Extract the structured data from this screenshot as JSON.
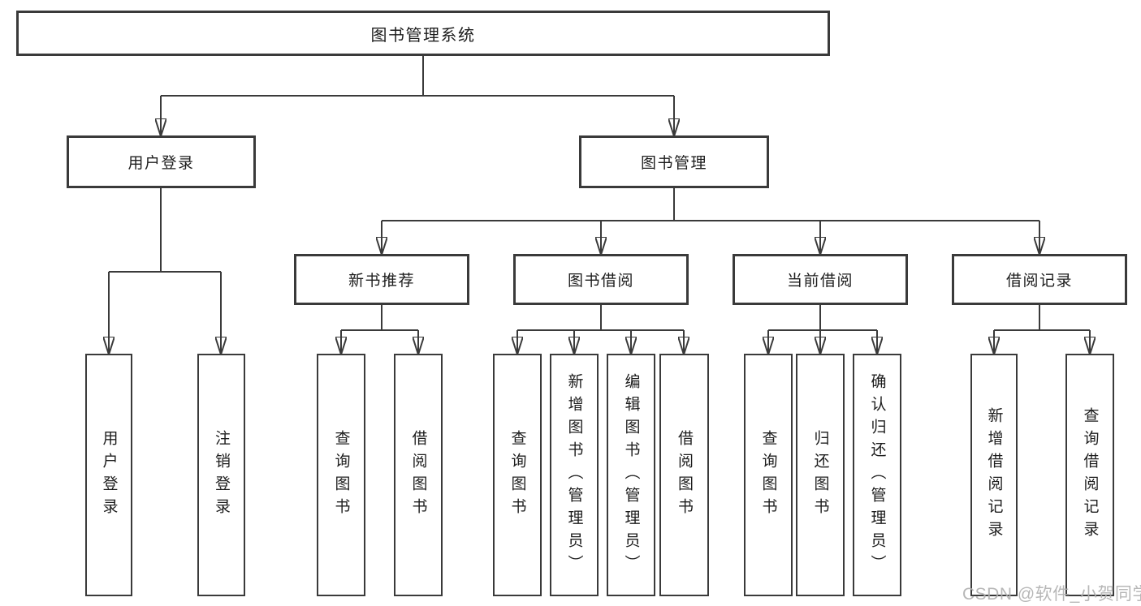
{
  "tree": {
    "label": "图书管理系统",
    "children": [
      {
        "label": "用户登录",
        "children": [
          {
            "label": "用户登录"
          },
          {
            "label": "注销登录"
          }
        ]
      },
      {
        "label": "图书管理",
        "children": [
          {
            "label": "新书推荐",
            "children": [
              {
                "label": "查询图书"
              },
              {
                "label": "借阅图书"
              }
            ]
          },
          {
            "label": "图书借阅",
            "children": [
              {
                "label": "查询图书"
              },
              {
                "label": "新增图书（管理员）"
              },
              {
                "label": "编辑图书（管理员）"
              },
              {
                "label": "借阅图书"
              }
            ]
          },
          {
            "label": "当前借阅",
            "children": [
              {
                "label": "查询图书"
              },
              {
                "label": "归还图书"
              },
              {
                "label": "确认归还（管理员）"
              }
            ]
          },
          {
            "label": "借阅记录",
            "children": [
              {
                "label": "新增借阅记录"
              },
              {
                "label": "查询借阅记录"
              }
            ]
          }
        ]
      }
    ]
  },
  "watermark": {
    "text": "CSDN @软件_小贺同学"
  },
  "colors": {
    "line": "#3a3a3a",
    "text": "#1d1d1d",
    "watermark": "#b0b0b0",
    "background": "#ffffff"
  }
}
